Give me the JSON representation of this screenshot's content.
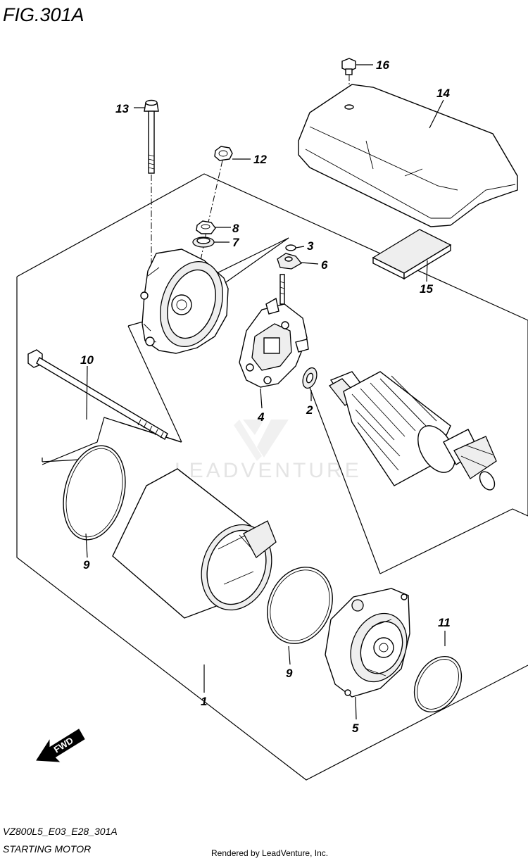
{
  "figure": {
    "title": "FIG.301A",
    "model_code": "VZ800L5_E03_E28_301A",
    "section_name": "STARTING MOTOR",
    "credit": "Rendered by LeadVenture, Inc.",
    "watermark": "LEADVENTURE",
    "fwd_label": "FWD"
  },
  "callouts": [
    {
      "id": "c1",
      "label": "1"
    },
    {
      "id": "c2",
      "label": "2"
    },
    {
      "id": "c3",
      "label": "3"
    },
    {
      "id": "c4",
      "label": "4"
    },
    {
      "id": "c5",
      "label": "5"
    },
    {
      "id": "c6",
      "label": "6"
    },
    {
      "id": "c7",
      "label": "7"
    },
    {
      "id": "c8",
      "label": "8"
    },
    {
      "id": "c9a",
      "label": "9"
    },
    {
      "id": "c9b",
      "label": "9"
    },
    {
      "id": "c10",
      "label": "10"
    },
    {
      "id": "c11",
      "label": "11"
    },
    {
      "id": "c12",
      "label": "12"
    },
    {
      "id": "c13",
      "label": "13"
    },
    {
      "id": "c14",
      "label": "14"
    },
    {
      "id": "c15",
      "label": "15"
    },
    {
      "id": "c16",
      "label": "16"
    }
  ],
  "colors": {
    "line": "#000000",
    "background": "#ffffff",
    "watermark": "#e4e4e4"
  }
}
